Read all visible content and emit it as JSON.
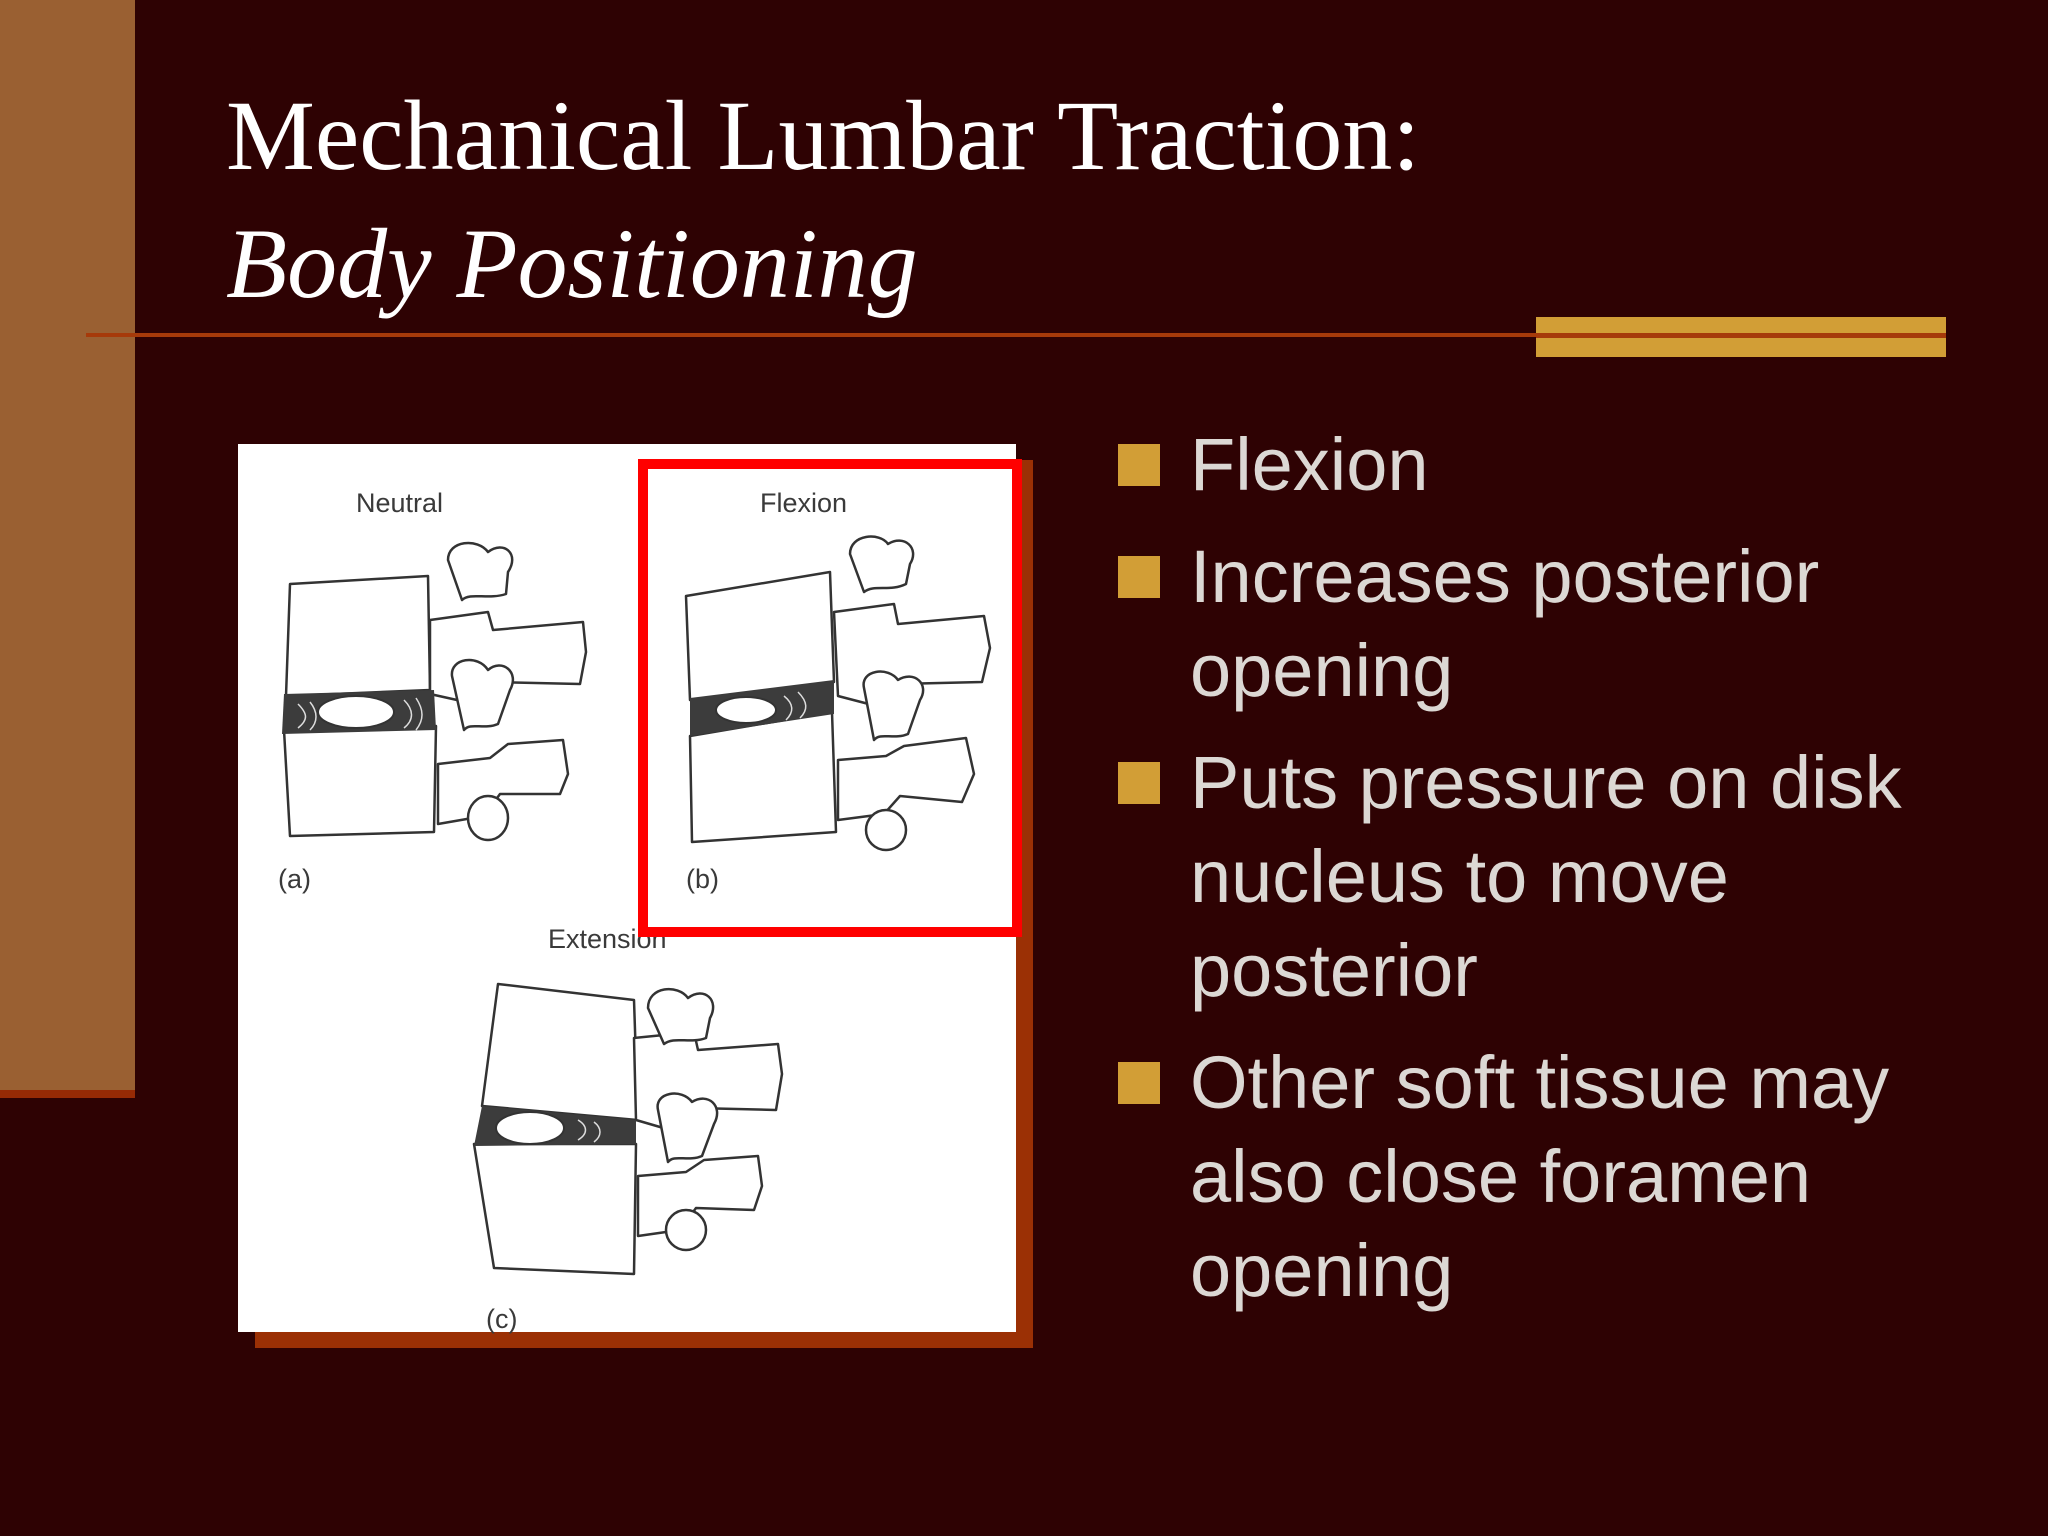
{
  "slide": {
    "title_line1": "Mechanical Lumbar Traction:",
    "title_line2": "Body Positioning"
  },
  "figure": {
    "label_neutral": "Neutral",
    "label_flexion": "Flexion",
    "label_extension": "Extension",
    "caption_a": "(a)",
    "caption_b": "(b)",
    "caption_c": "(c)"
  },
  "bullets": [
    "Flexion",
    "Increases posterior opening",
    "Puts pressure on disk nucleus to move posterior",
    "Other soft tissue may also close foramen opening"
  ],
  "colors": {
    "background": "#2e0203",
    "left_bar": "#9a6032",
    "accent_gold": "#d29e36",
    "rule": "#a63a0a",
    "highlight": "#ff0000",
    "text": "#dcd8d4"
  }
}
